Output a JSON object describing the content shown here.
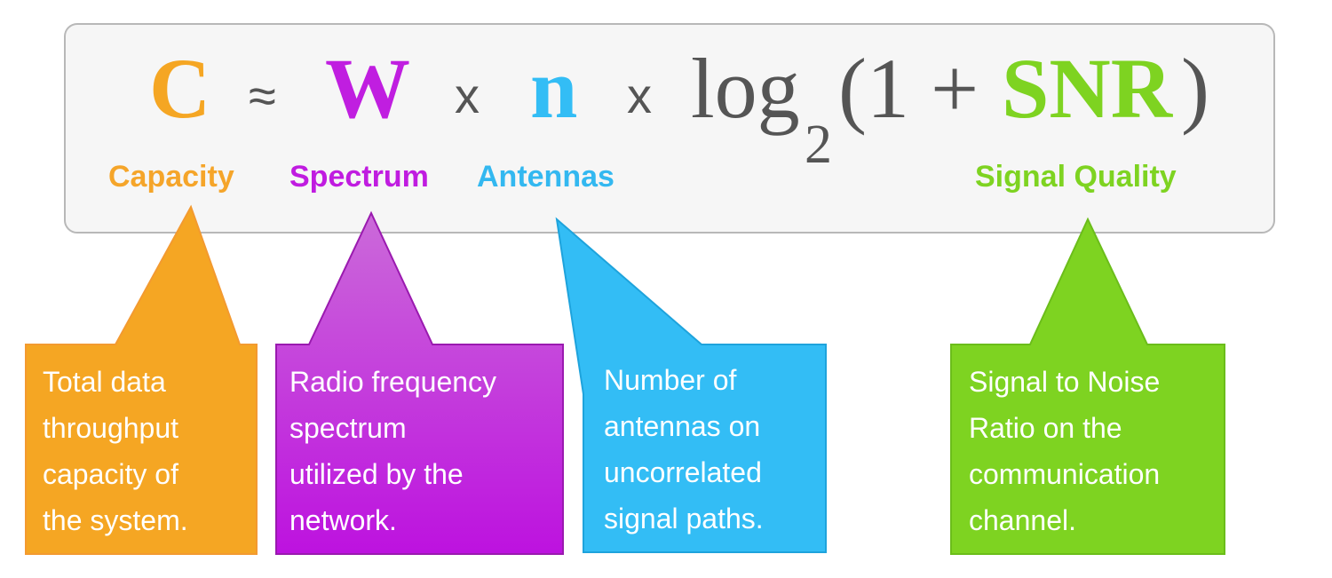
{
  "formula": {
    "capacity_symbol": "C",
    "approx": "≈",
    "spectrum_symbol": "W",
    "times1": "x",
    "antennas_symbol": "n",
    "times2": "x",
    "log": "log",
    "log_base": "2",
    "open": "(1 +",
    "snr_symbol": "SNR",
    "close": ")"
  },
  "labels": {
    "capacity": "Capacity",
    "spectrum": "Spectrum",
    "antennas": "Antennas",
    "signal_quality": "Signal Quality"
  },
  "callouts": [
    {
      "lines": [
        "Total data",
        "throughput",
        "capacity of",
        "the system."
      ]
    },
    {
      "lines": [
        "Radio frequency",
        "spectrum",
        "utilized by the",
        "network."
      ]
    },
    {
      "lines": [
        "Number of",
        "antennas on",
        "uncorrelated",
        "signal paths."
      ]
    },
    {
      "lines": [
        "Signal to Noise",
        "Ratio on the",
        "communication",
        "channel."
      ]
    }
  ],
  "colors": {
    "capacity": "#f5a623",
    "spectrum": "#c01ee0",
    "antennas": "#33bdf5",
    "signal_quality": "#7ed321"
  }
}
